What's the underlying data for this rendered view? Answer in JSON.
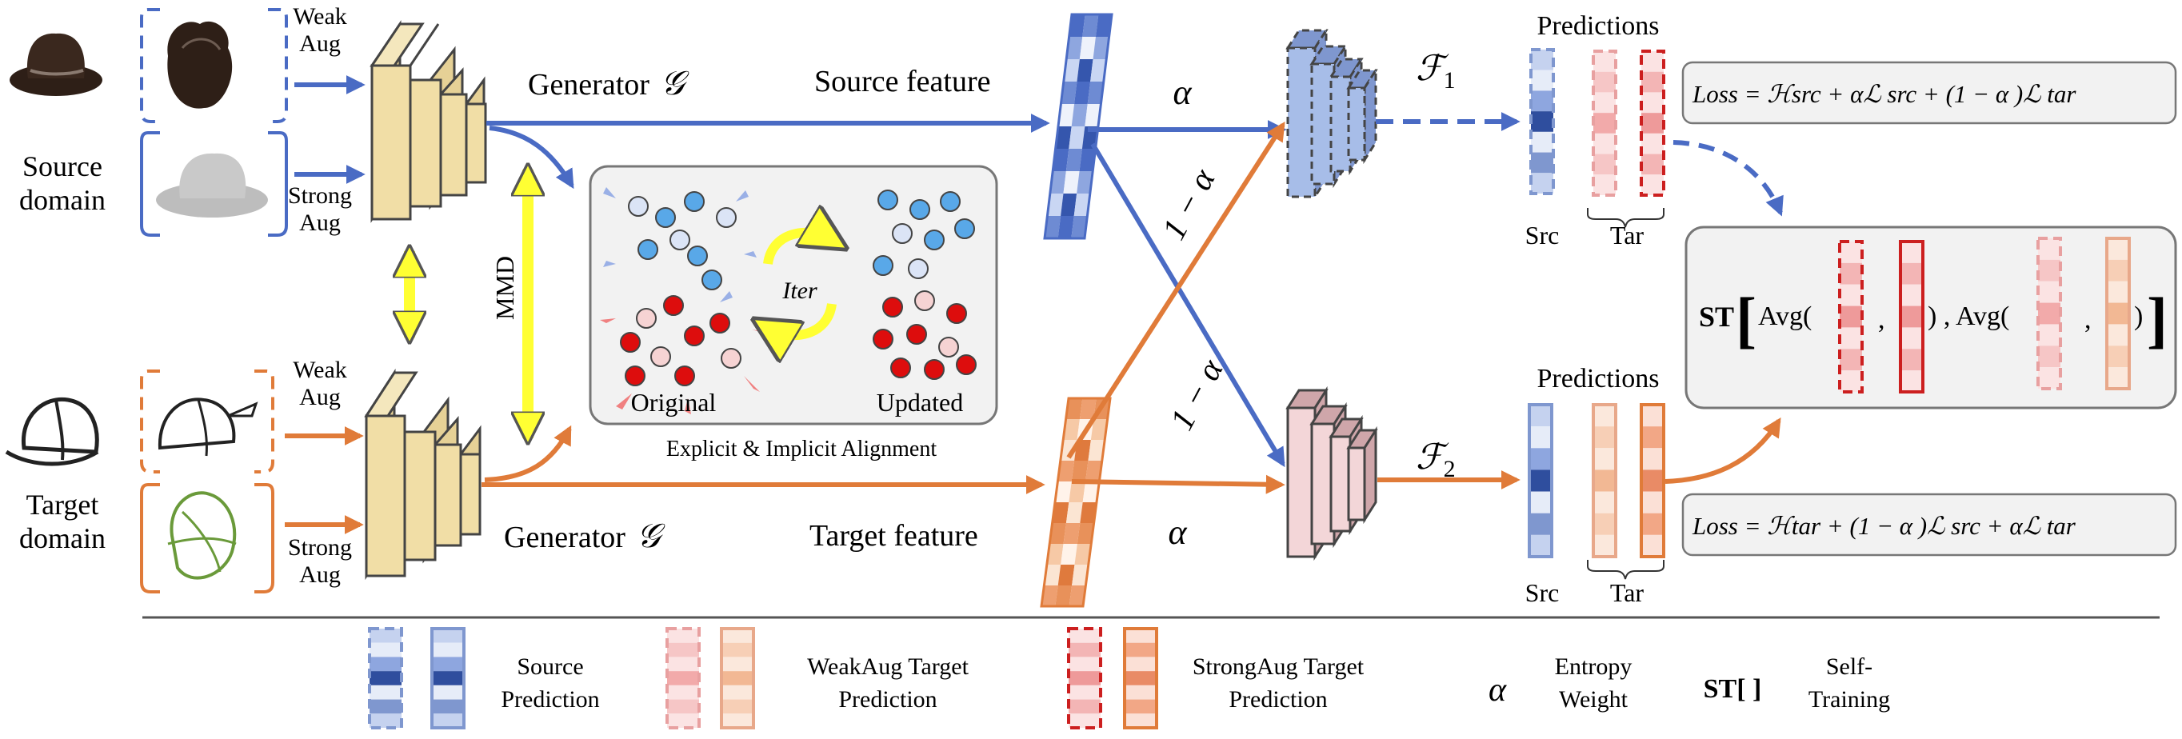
{
  "source": {
    "domain_label_1": "Source",
    "domain_label_2": "domain",
    "weak_aug_1": "Weak",
    "weak_aug_2": "Aug",
    "strong_aug_1": "Strong",
    "strong_aug_2": "Aug"
  },
  "target": {
    "domain_label_1": "Target",
    "domain_label_2": "domain",
    "weak_aug_1": "Weak",
    "weak_aug_2": "Aug",
    "strong_aug_1": "Strong",
    "strong_aug_2": "Aug"
  },
  "generator": {
    "label": "Generator",
    "symbol": "𝒢"
  },
  "mmd_label": "MMD",
  "features": {
    "source": "Source feature",
    "target": "Target feature"
  },
  "alignment": {
    "original": "Original",
    "updated": "Updated",
    "iter": "Iter",
    "caption": "Explicit & Implicit Alignment"
  },
  "weights": {
    "alpha": "α",
    "one_minus_alpha": "1 − α"
  },
  "classifiers": {
    "f1": "ℱ",
    "f1_sub": "1",
    "f2": "ℱ",
    "f2_sub": "2"
  },
  "predictions": {
    "title": "Predictions",
    "src": "Src",
    "tar": "Tar"
  },
  "losses": {
    "top": "Loss = ℋsrc + αℒ src + (1 − α )ℒ tar",
    "bottom": "Loss = ℋtar + (1 − α )ℒ src + αℒ tar"
  },
  "self_training": {
    "st": "ST",
    "avg1": "Avg(",
    "comma": ",",
    "close_comma": ") , Avg(",
    "close": ")"
  },
  "legend": {
    "source_1": "Source",
    "source_2": "Prediction",
    "weak_1": "WeakAug Target",
    "weak_2": "Prediction",
    "strong_1": "StrongAug Target",
    "strong_2": "Prediction",
    "alpha_symbol": "α",
    "entropy_1": "Entropy",
    "entropy_2": "Weight",
    "st_symbol": "ST[ ]",
    "self_1": "Self-",
    "self_2": "Training"
  },
  "colors": {
    "blue": "#4a6bc4",
    "orange": "#e07b39",
    "red": "#cc1f1f",
    "pink": "#e8a0a0",
    "khaki": "#f1dea6",
    "yellow": "#ffff33",
    "green": "#6a9a3a"
  }
}
